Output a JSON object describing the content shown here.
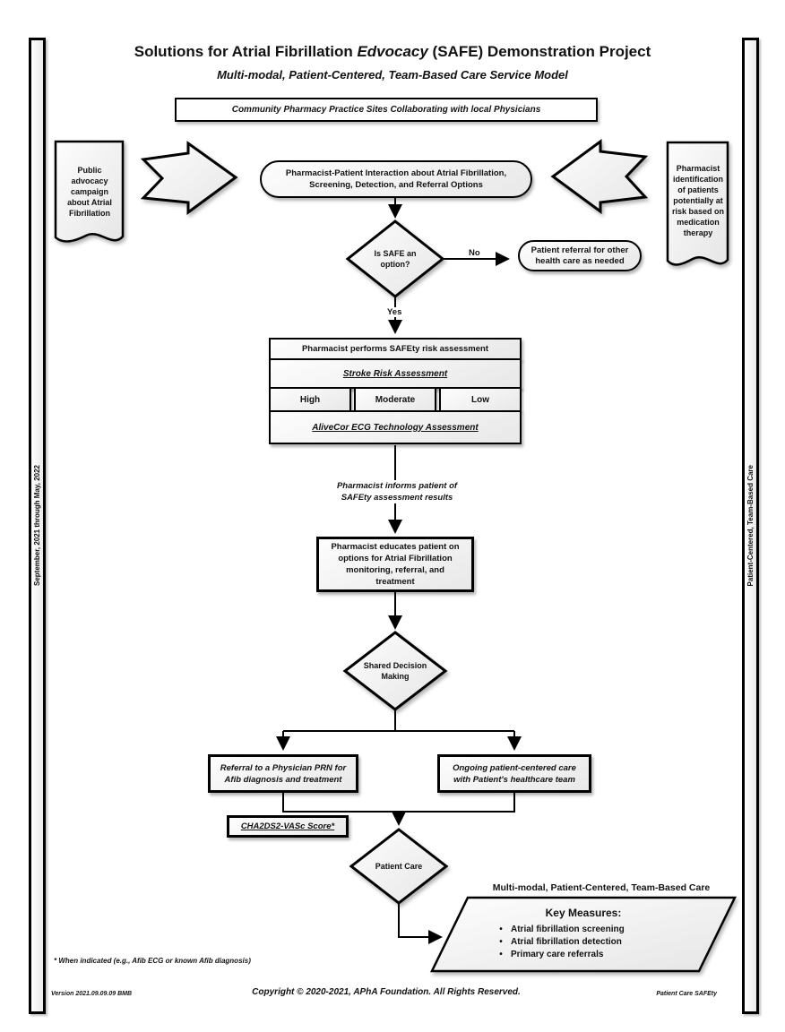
{
  "page": {
    "title_pre": "Solutions for Atrial Fibrillation ",
    "title_em": "Edvocacy",
    "title_post": " (SAFE) Demonstration Project",
    "subtitle": "Multi-modal, Patient-Centered, Team-Based Care Service Model",
    "banner": "Community Pharmacy Practice Sites Collaborating with local Physicians",
    "left_sidebar": "September, 2021 through May, 2022",
    "right_sidebar": "Patient-Centered, Team-Based Care",
    "footnote": "* When indicated (e.g., Afib ECG or known Afib diagnosis)",
    "footer": {
      "version": "Version 2021.09.09.09 BMB",
      "copyright": "Copyright © 2020-2021, APhA Foundation.  All Rights Reserved.",
      "right_tag": "Patient Care SAFEty"
    }
  },
  "flow": {
    "doc_left": "Public advocacy campaign about Atrial Fibrillation",
    "doc_right": "Pharmacist identification of patients potentially at risk based on medication therapy",
    "interaction": "Pharmacist-Patient Interaction about Atrial Fibrillation, Screening, Detection, and Referral Options",
    "decision_safe": "Is SAFE an option?",
    "label_no": "No",
    "label_yes": "Yes",
    "referral_other": "Patient referral for other health care as needed",
    "risk_header": "Pharmacist performs SAFEty risk assessment",
    "stroke_risk": "Stroke Risk Assessment",
    "risk_levels": [
      "High",
      "Moderate",
      "Low"
    ],
    "alivecor": "AliveCor ECG Technology Assessment",
    "informs": "Pharmacist informs patient of SAFEty assessment results",
    "educates": "Pharmacist educates patient on options for Atrial Fibrillation monitoring, referral, and treatment",
    "decision_shared": "Shared Decision Making",
    "branch_left": "Referral to a Physician PRN for Afib diagnosis and treatment",
    "score_note": "CHA2DS2-VASc Score*",
    "branch_right": "Ongoing patient-centered care with Patient's healthcare team",
    "decision_patient_care": "Patient Care",
    "outcome_header": "Multi-modal, Patient-Centered, Team-Based Care",
    "key_measures_title": "Key Measures:",
    "key_measures": [
      "Atrial fibrillation screening",
      "Atrial fibrillation detection",
      "Primary care referrals"
    ]
  },
  "colors": {
    "border": "#000000",
    "shape_fill_light": "#fdfdfd",
    "shape_fill_dark": "#e8e8e8",
    "text": "#111111",
    "background": "#ffffff"
  }
}
